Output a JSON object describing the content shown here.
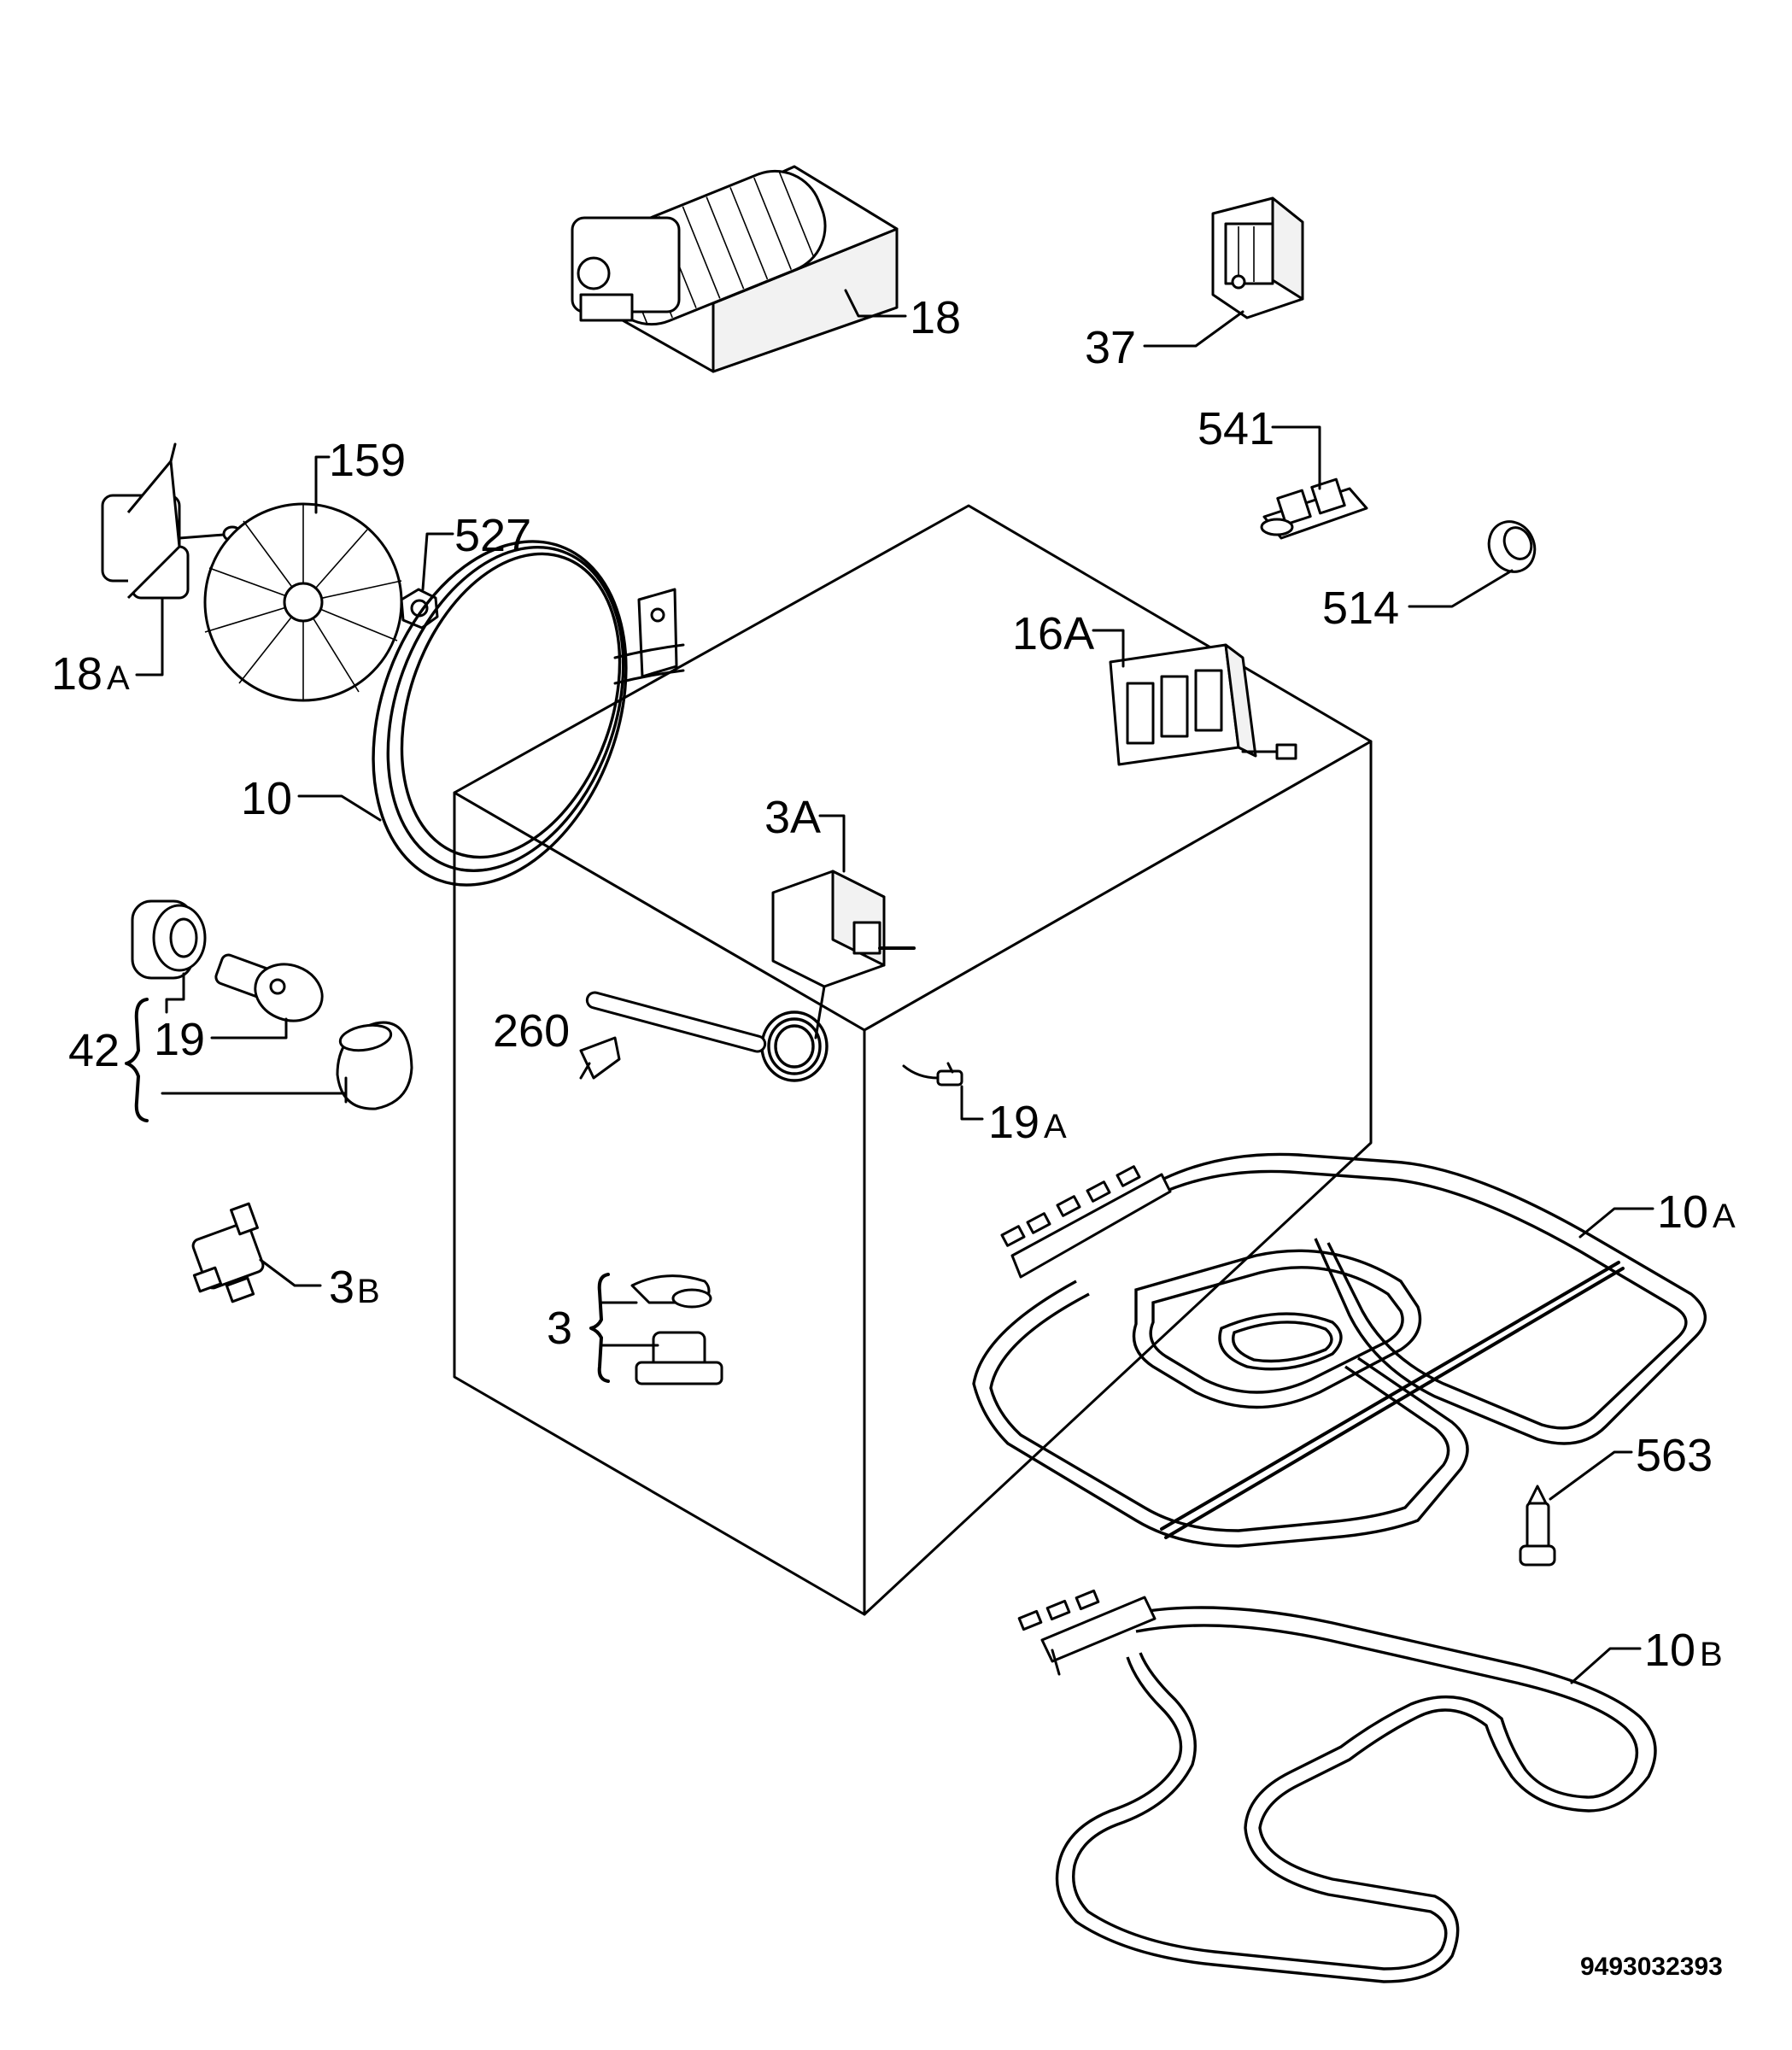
{
  "labels": {
    "l18": "18",
    "l37": "37",
    "l159": "159",
    "l527": "527",
    "l541": "541",
    "l514": "514",
    "l18a_num": "18",
    "l18a_suf": "A",
    "l16a": "16A",
    "l10": "10",
    "l3a": "3A",
    "l42": "42",
    "l19": "19",
    "l260": "260",
    "l19a_num": "19",
    "l19a_suf": "A",
    "l10a_num": "10",
    "l10a_suf": "A",
    "l3b_num": "3",
    "l3b_suf": "B",
    "l3": "3",
    "l563": "563",
    "l10b_num": "10",
    "l10b_suf": "B"
  },
  "doc_number": "9493032393"
}
